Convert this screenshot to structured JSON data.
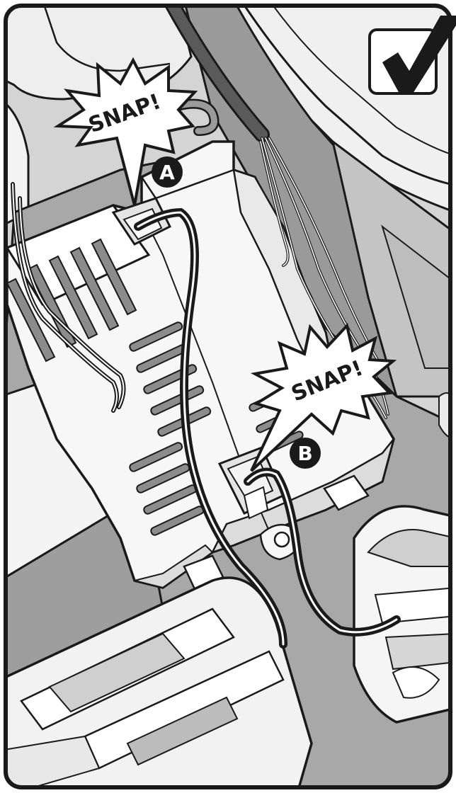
{
  "callouts": {
    "snap_a": "SNAP!",
    "snap_b": "SNAP!",
    "label_a": "A",
    "label_b": "B"
  },
  "icons": {
    "status": "checkmark-icon"
  },
  "colors": {
    "outline": "#1a1a1a",
    "frame": "#222222",
    "light_gray": "#e6e6e6",
    "mid_gray": "#b4b4b4",
    "dark_gray": "#8a8a8a",
    "white": "#ffffff"
  }
}
